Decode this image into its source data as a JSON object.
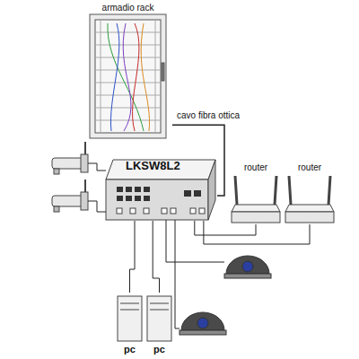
{
  "diagram": {
    "nodes": [
      {
        "text": [
          "armadio rack"
        ]
      },
      {
        "text": [
          "LKSW8L2"
        ]
      },
      {
        "text": [
          "router"
        ]
      },
      {
        "text": [
          "router"
        ]
      },
      {
        "text": [
          "pc"
        ]
      },
      {
        "text": [
          "pc"
        ]
      }
    ],
    "edges": [
      {
        "from": 0,
        "to": 1,
        "label": "cavo fibra ottica",
        "arrow": "none"
      },
      {
        "from": 1,
        "to": 2,
        "arrow": "none"
      },
      {
        "from": 1,
        "to": 3,
        "arrow": "none"
      },
      {
        "from": 1,
        "to": 4,
        "arrow": "none"
      },
      {
        "from": 1,
        "to": 5,
        "arrow": "none"
      }
    ]
  }
}
